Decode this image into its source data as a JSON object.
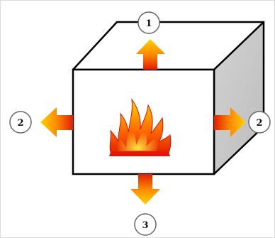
{
  "diagram": {
    "labels": {
      "top": "1",
      "left": "2",
      "right": "2",
      "bottom": "3"
    },
    "colors": {
      "outline": "#000000",
      "box_side": "#c8c8c8",
      "box_front": "#ffffff",
      "arrow_red": "#e01e00",
      "arrow_orange": "#ff8a00",
      "arrow_yellow": "#ffd200",
      "flame_red": "#e21800",
      "flame_yellow": "#ffd800",
      "badge_fill": "#ffffff",
      "badge_stroke": "#666666"
    },
    "icons": {
      "center": "flame-icon",
      "arrows": "arrow-icon"
    }
  }
}
